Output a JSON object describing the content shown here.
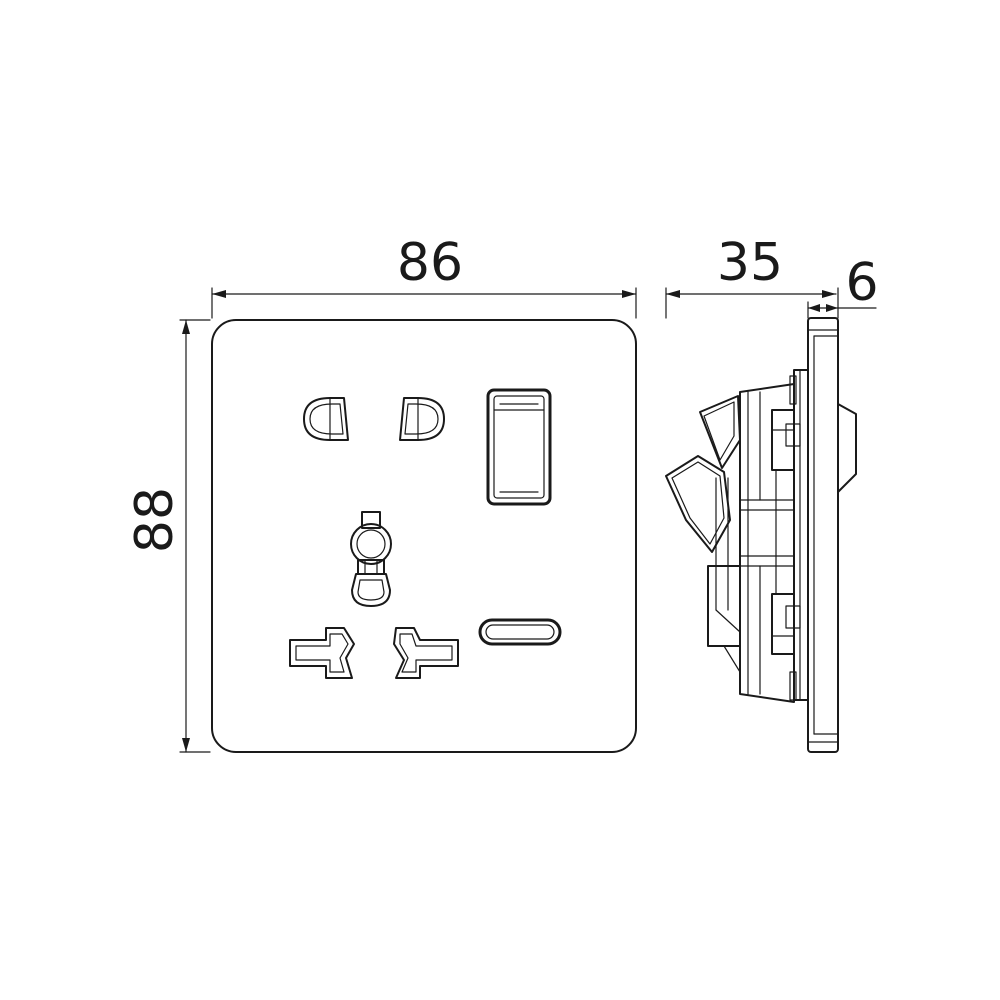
{
  "dimensions": {
    "width": "86",
    "height": "88",
    "depth": "35",
    "plate_thickness": "6"
  },
  "colors": {
    "line": "#1a1a1a",
    "background": "#ffffff"
  }
}
